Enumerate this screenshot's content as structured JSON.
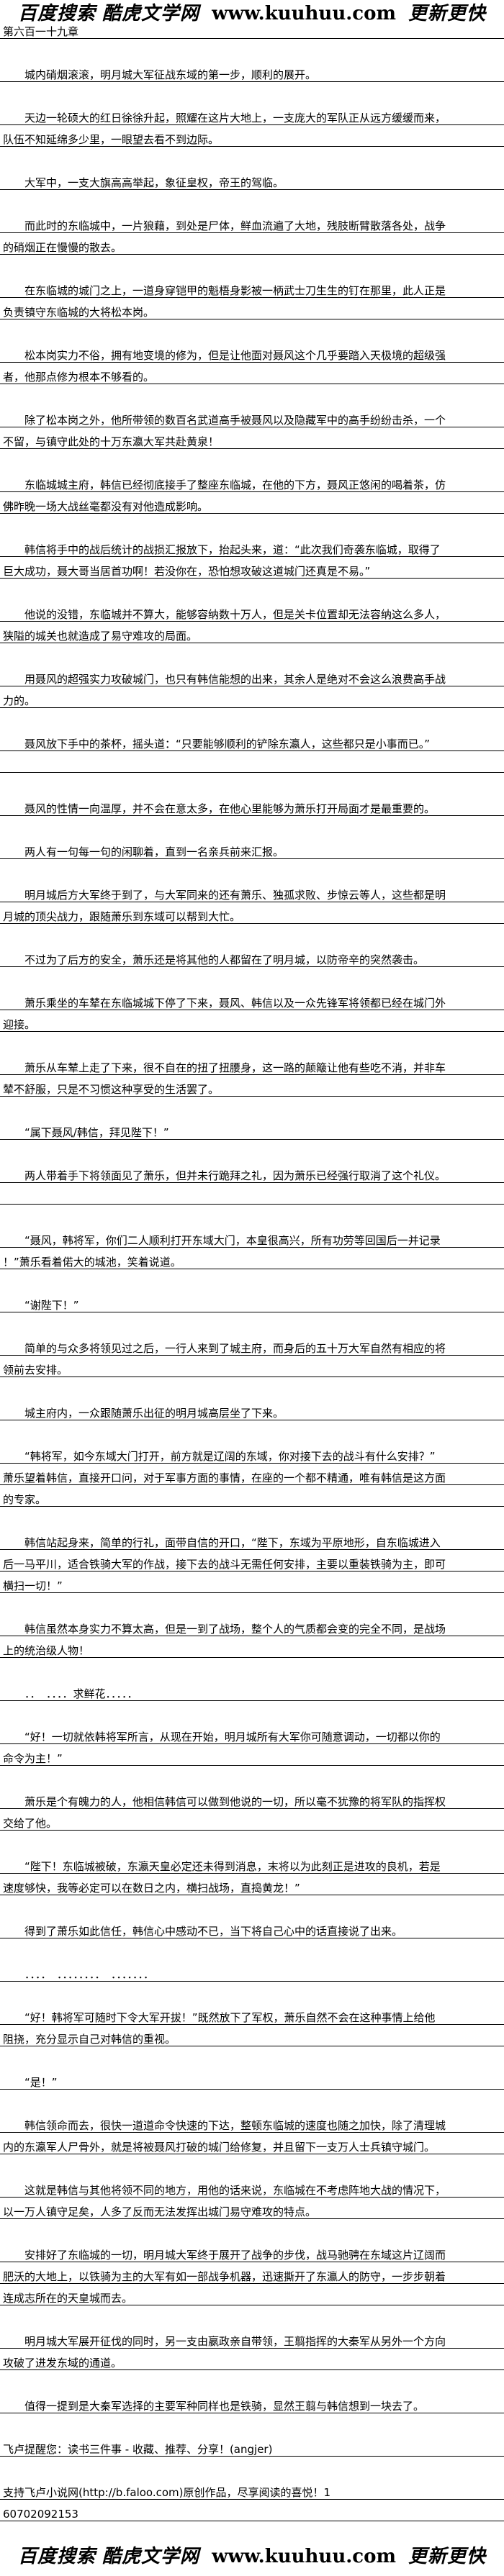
{
  "banner": {
    "search_label": "百度搜索",
    "site_name": "酷虎文学网",
    "url": "www.kuuhuu.com",
    "slogan": "更新更快"
  },
  "chapter_title": "第六百一十九章",
  "paragraphs": [
    [
      "　　城内硝烟滚滚，明月城大军征战东域的第一步，顺利的展开。"
    ],
    [
      "　　天边一轮硕大的红日徐徐升起，照耀在这片大地上，一支庞大的军队正从远方缓缓而来，",
      "队伍不知延绵多少里，一眼望去看不到边际。"
    ],
    [
      "　　大军中，一支大旗高高举起，象征皇权，帝王的驾临。"
    ],
    [
      "　　而此时的东临城中，一片狼藉，到处是尸体，鲜血流遍了大地，残肢断臂散落各处，战争",
      "的硝烟正在慢慢的散去。"
    ],
    [
      "　　在东临城的城门之上，一道身穿铠甲的魁梧身影被一柄武士刀生生的钉在那里，此人正是",
      "负责镇守东临城的大将松本岗。"
    ],
    [
      "　　松本岗实力不俗，拥有地变境的修为，但是让他面对聂风这个几乎要踏入天极境的超级强",
      "者，他那点修为根本不够看的。"
    ],
    [
      "　　除了松本岗之外，他所带领的数百名武道高手被聂风以及隐藏军中的高手纷纷击杀，一个",
      "不留，与镇守此处的十万东瀛大军共赴黄泉！"
    ],
    [
      "　　东临城城主府，韩信已经彻底接手了整座东临城，在他的下方，聂风正悠闲的喝着茶，仿",
      "佛昨晚一场大战丝毫都没有对他造成影响。"
    ],
    [
      "　　韩信将手中的战后统计的战损汇报放下，抬起头来，道：“此次我们奇袭东临城，取得了",
      "巨大成功，聂大哥当居首功啊！若没你在，恐怕想攻破这道城门还真是不易。”"
    ],
    [
      "　　他说的没错，东临城并不算大，能够容纳数十万人，但是关卡位置却无法容纳这么多人，",
      "狭隘的城关也就造成了易守难攻的局面。"
    ],
    [
      "　　用聂风的超强实力攻破城门，也只有韩信能想的出来，其余人是绝对不会这么浪费高手战",
      "力的。"
    ],
    [
      "　　聂风放下手中的茶杯，摇头道：“只要能够顺利的铲除东瀛人，这些都只是小事而已。”",
      ""
    ],
    [
      "　　聂风的性情一向温厚，并不会在意太多，在他心里能够为萧乐打开局面才是最重要的。"
    ],
    [
      "　　两人有一句每一句的闲聊着，直到一名亲兵前来汇报。"
    ],
    [
      "　　明月城后方大军终于到了，与大军同来的还有萧乐、独孤求败、步惊云等人，这些都是明",
      "月城的顶尖战力，跟随萧乐到东域可以帮到大忙。"
    ],
    [
      "　　不过为了后方的安全，萧乐还是将其他的人都留在了明月城，以防帝辛的突然袭击。"
    ],
    [
      "　　萧乐乘坐的车辇在东临城城下停了下来，聂风、韩信以及一众先锋军将领都已经在城门外",
      "迎接。"
    ],
    [
      "　　萧乐从车辇上走了下来，很不自在的扭了扭腰身，这一路的颠簸让他有些吃不消，并非车",
      "辇不舒服，只是不习惯这种享受的生活罢了。"
    ],
    [
      "　　“属下聂风/韩信，拜见陛下！”"
    ],
    [
      "　　两人带着手下将领面见了萧乐，但并未行跪拜之礼，因为萧乐已经强行取消了这个礼仪。",
      ""
    ],
    [
      "　　“聂风，韩将军，你们二人顺利打开东域大门，本皇很高兴，所有功劳等回国后一并记录",
      "！”萧乐看着偌大的城池，笑着说道。"
    ],
    [
      "　　“谢陛下！”"
    ],
    [
      "　　简单的与众多将领见过之后，一行人来到了城主府，而身后的五十万大军自然有相应的将",
      "领前去安排。"
    ],
    [
      "　　城主府内，一众跟随萧乐出征的明月城高层坐了下来。"
    ],
    [
      "　　“韩将军，如今东域大门打开，前方就是辽阔的东域，你对接下去的战斗有什么安排？”",
      "萧乐望着韩信，直接开口问，对于军事方面的事情，在座的一个都不精通，唯有韩信是这方面",
      "的专家。"
    ],
    [
      "　　韩信站起身来，简单的行礼，面带自信的开口，“陛下，东域为平原地形，自东临城进入",
      "后一马平川，适合铁骑大军的作战，接下去的战斗无需任何安排，主要以重装铁骑为主，即可",
      "横扫一切！”"
    ],
    [
      "　　韩信虽然本身实力不算太高，但是一到了战场，整个人的气质都会变的完全不同，是战场",
      "上的统治级人物！"
    ],
    [
      "　　．．　．．．．求鲜花．．．．．"
    ],
    [
      "　　“好！一切就依韩将军所言，从现在开始，明月城所有大军你可随意调动，一切都以你的",
      "命令为主！”"
    ],
    [
      "　　萧乐是个有魄力的人，他相信韩信可以做到他说的一切，所以毫不犹豫的将军队的指挥权",
      "交给了他。"
    ],
    [
      "　　“陛下！东临城被破，东瀛天皇必定还未得到消息，末将以为此刻正是进攻的良机，若是",
      "速度够快，我等必定可以在数日之内，横扫战场，直捣黄龙！”"
    ],
    [
      "　　得到了萧乐如此信任，韩信心中感动不已，当下将自己心中的话直接说了出来。"
    ],
    [
      "　　．．．．　．．．．．．．．　．．．．．．．"
    ],
    [
      "　　“好！韩将军可随时下令大军开拔！”既然放下了军权，萧乐自然不会在这种事情上给他",
      "阻挠，充分显示自己对韩信的重视。"
    ],
    [
      "　　“是！”"
    ],
    [
      "　　韩信领命而去，很快一道道命令快速的下达，整顿东临城的速度也随之加快，除了清理城",
      "内的东瀛军人尸骨外，就是将被聂风打破的城门给修复，并且留下一支万人士兵镇守城门。"
    ],
    [
      "　　这就是韩信与其他将领不同的地方，用他的话来说，东临城在不考虑阵地大战的情况下，",
      "以一万人镇守足矣，人多了反而无法发挥出城门易守难攻的特点。"
    ],
    [
      "　　安排好了东临城的一切，明月城大军终于展开了战争的步伐，战马驰骋在东域这片辽阔而",
      "肥沃的大地上，以铁骑为主的大军有如一部战争机器，迅速撕开了东瀛人的防守，一步步朝着",
      "连成志所在的天皇城而去。"
    ],
    [
      "　　明月城大军展开征伐的同时，另一支由嬴政亲自带领，王翦指挥的大秦军从另外一个方向",
      "攻破了进发东域的通道。"
    ],
    [
      "　　值得一提到是大秦军选择的主要军种同样也是铁骑，显然王翦与韩信想到一块去了。"
    ],
    [
      "飞卢提醒您：读书三件事 - 收藏、推荐、分享！(angjer)"
    ],
    [
      "支持飞卢小说网(http://b.faloo.com)原创作品，尽享阅读的喜悦！1",
      "60702092153"
    ]
  ]
}
